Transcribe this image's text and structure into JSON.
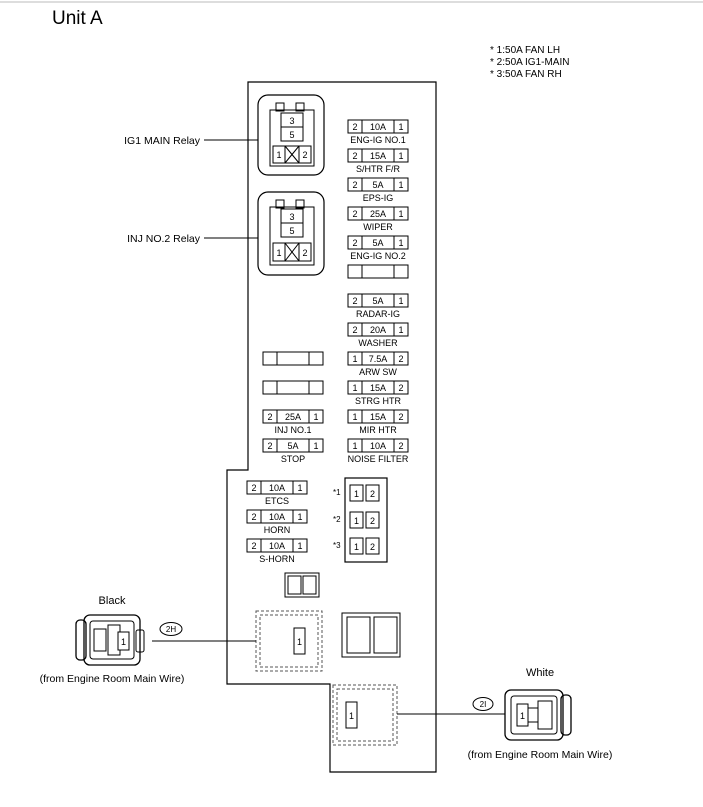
{
  "title": "Unit A",
  "notes": [
    "* 1:50A FAN LH",
    "* 2:50A IG1-MAIN",
    "* 3:50A FAN RH"
  ],
  "relays": [
    {
      "label": "IG1 MAIN Relay",
      "pins": [
        "3",
        "5",
        "1",
        "2"
      ]
    },
    {
      "label": "INJ NO.2 Relay",
      "pins": [
        "3",
        "5",
        "1",
        "2"
      ]
    }
  ],
  "right_fuses": [
    {
      "left": "2",
      "amp": "10A",
      "right": "1",
      "name": "ENG-IG NO.1"
    },
    {
      "left": "2",
      "amp": "15A",
      "right": "1",
      "name": "S/HTR F/R"
    },
    {
      "left": "2",
      "amp": "5A",
      "right": "1",
      "name": "EPS-IG"
    },
    {
      "left": "2",
      "amp": "25A",
      "right": "1",
      "name": "WIPER"
    },
    {
      "left": "2",
      "amp": "5A",
      "right": "1",
      "name": "ENG-IG NO.2"
    },
    {
      "left": "",
      "amp": "",
      "right": "",
      "name": ""
    },
    {
      "left": "2",
      "amp": "5A",
      "right": "1",
      "name": "RADAR-IG"
    },
    {
      "left": "2",
      "amp": "20A",
      "right": "1",
      "name": "WASHER"
    },
    {
      "left": "1",
      "amp": "7.5A",
      "right": "2",
      "name": "ARW SW"
    },
    {
      "left": "1",
      "amp": "15A",
      "right": "2",
      "name": "STRG HTR"
    },
    {
      "left": "1",
      "amp": "15A",
      "right": "2",
      "name": "MIR HTR"
    },
    {
      "left": "1",
      "amp": "10A",
      "right": "2",
      "name": "NOISE FILTER"
    }
  ],
  "mid_fuses": [
    {
      "left": "",
      "amp": "",
      "right": "",
      "name": ""
    },
    {
      "left": "",
      "amp": "",
      "right": "",
      "name": ""
    },
    {
      "left": "2",
      "amp": "25A",
      "right": "1",
      "name": "INJ NO.1"
    },
    {
      "left": "2",
      "amp": "5A",
      "right": "1",
      "name": "STOP"
    }
  ],
  "lower_fuses": [
    {
      "left": "2",
      "amp": "10A",
      "right": "1",
      "name": "ETCS"
    },
    {
      "left": "2",
      "amp": "10A",
      "right": "1",
      "name": "HORN"
    },
    {
      "left": "2",
      "amp": "10A",
      "right": "1",
      "name": "S-HORN"
    }
  ],
  "fl_fuses": [
    {
      "mark": "*1",
      "pins": [
        "1",
        "2"
      ]
    },
    {
      "mark": "*2",
      "pins": [
        "1",
        "2"
      ]
    },
    {
      "mark": "*3",
      "pins": [
        "1",
        "2"
      ]
    }
  ],
  "connectors": [
    {
      "color_label": "Black",
      "code": "2H",
      "pin": "1",
      "source": "(from Engine Room Main Wire)"
    },
    {
      "color_label": "White",
      "code": "2I",
      "pin": "1",
      "source": "(from Engine Room Main Wire)"
    }
  ]
}
